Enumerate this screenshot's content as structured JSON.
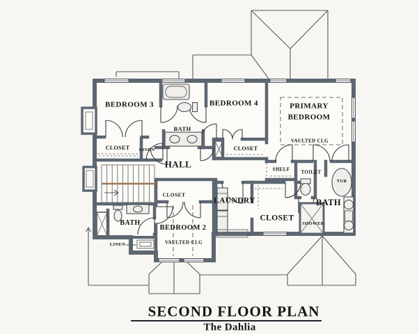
{
  "title_block": {
    "title": "SECOND FLOOR PLAN",
    "subtitle": "The Dahlia"
  },
  "colors": {
    "paper": "#f7f6f2",
    "wall": "#5d6772",
    "line": "#3f4347",
    "handrail": "#9b7a58",
    "fixture_fill": "#efeeea",
    "text": "#141414"
  },
  "labels": {
    "bedroom3": "BEDROOM 3",
    "bedroom4": "BEDROOM 4",
    "primary_line1": "PRIMARY",
    "primary_line2": "BEDROOM",
    "primary_vaulted": "VAULTED CLG",
    "bath_middle": "BATH",
    "closet_bedroom3": "CLOSET",
    "linen_upper": "LINEN",
    "hall": "HALL",
    "closet_bedroom4": "CLOSET",
    "shelf": "SHELF",
    "toilet": "TOILET",
    "tub": "TUB",
    "bath_primary": "BATH",
    "closet_bedroom2": "CLOSET",
    "laundry": "LAUNDRY",
    "closet_primary": "CLOSET",
    "shower": "SHOWER",
    "bath_hall": "BATH",
    "bedroom2": "BEDROOM 2",
    "bedroom2_vaulted": "VAULTED CLG",
    "linen_lower": "LINEN"
  }
}
